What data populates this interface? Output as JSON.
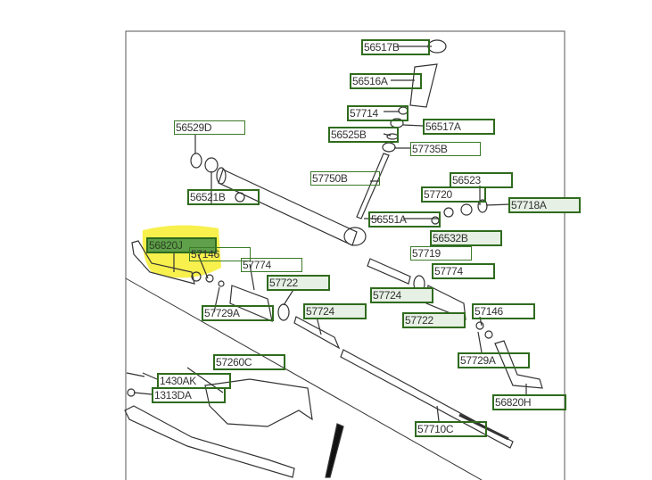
{
  "colors": {
    "label_border": "#2f6b1e",
    "highlight": "#f7ee3a",
    "selected_fill": "#5fa04a"
  },
  "highlighted_part": "56820J",
  "parts": [
    {
      "id": "56517B",
      "style": "thick"
    },
    {
      "id": "56516A",
      "style": "thick"
    },
    {
      "id": "57714",
      "style": "thick"
    },
    {
      "id": "56517A",
      "style": "thick"
    },
    {
      "id": "56525B",
      "style": "thick"
    },
    {
      "id": "57735B",
      "style": "thin"
    },
    {
      "id": "56529D",
      "style": "thin"
    },
    {
      "id": "57750B",
      "style": "thin"
    },
    {
      "id": "56523",
      "style": "thick"
    },
    {
      "id": "57720",
      "style": "thick"
    },
    {
      "id": "57718A",
      "style": "light"
    },
    {
      "id": "56521B",
      "style": "thick"
    },
    {
      "id": "56551A",
      "style": "thick"
    },
    {
      "id": "56532B",
      "style": "light"
    },
    {
      "id": "56820J",
      "style": "dark"
    },
    {
      "id": "57146",
      "style": "thin"
    },
    {
      "id": "57719",
      "style": "thin"
    },
    {
      "id": "57774",
      "style": "thin"
    },
    {
      "id": "57774",
      "style": "thick"
    },
    {
      "id": "57722",
      "style": "light"
    },
    {
      "id": "57724",
      "style": "light"
    },
    {
      "id": "57729A",
      "style": "thick"
    },
    {
      "id": "57722",
      "style": "light"
    },
    {
      "id": "57724",
      "style": "light"
    },
    {
      "id": "57146",
      "style": "thick"
    },
    {
      "id": "57260C",
      "style": "thick"
    },
    {
      "id": "57729A",
      "style": "thick"
    },
    {
      "id": "1430AK",
      "style": "thick"
    },
    {
      "id": "1313DA",
      "style": "thick"
    },
    {
      "id": "56820H",
      "style": "thick"
    },
    {
      "id": "57710C",
      "style": "thick"
    }
  ]
}
